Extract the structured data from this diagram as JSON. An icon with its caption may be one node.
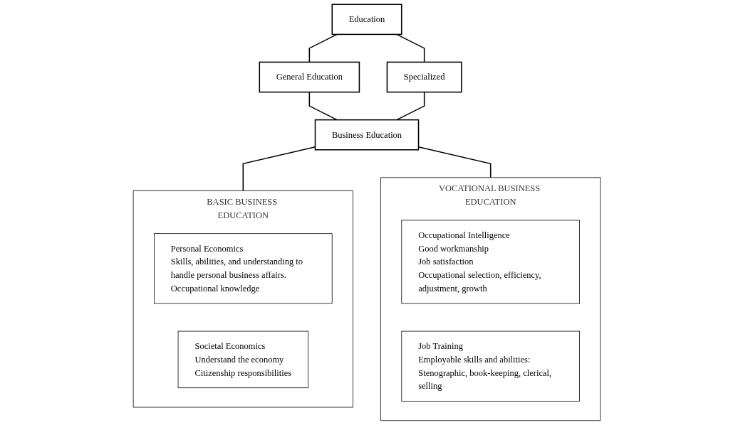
{
  "diagram": {
    "nodes": [
      {
        "text": [
          "Education"
        ]
      },
      {
        "text": [
          "General Education"
        ]
      },
      {
        "text": [
          "Specialized"
        ]
      },
      {
        "text": [
          "Business Education"
        ]
      },
      {
        "text": [
          "BASIC BUSINESS EDUCATION"
        ]
      },
      {
        "text": [
          "Personal Economics",
          "Skills, abilities, and understanding to handle personal business affairs.",
          "Occupational knowledge"
        ],
        "in": 4
      },
      {
        "text": [
          "Societal Economics",
          "Understand the economy",
          "Citizenship responsibilities"
        ],
        "in": 4
      },
      {
        "text": [
          "VOCATIONAL BUSINESS EDUCATION"
        ]
      },
      {
        "text": [
          "Occupational Intelligence",
          "Good workmanship",
          "Job satisfaction",
          "Occupational selection, efficiency, adjustment, growth"
        ],
        "in": 7
      },
      {
        "text": [
          "Job Training",
          "Employable skills and abilities: Stenographic, book-keeping, clerical, selling"
        ],
        "in": 7
      }
    ],
    "edges": [
      {
        "from": 0,
        "to": 1,
        "arrow": "none"
      },
      {
        "from": 0,
        "to": 2,
        "arrow": "none"
      },
      {
        "from": 1,
        "to": 3,
        "arrow": "none"
      },
      {
        "from": 2,
        "to": 3,
        "arrow": "none"
      },
      {
        "from": 3,
        "to": 4,
        "arrow": "none"
      },
      {
        "from": 3,
        "to": 7,
        "arrow": "none"
      }
    ]
  }
}
